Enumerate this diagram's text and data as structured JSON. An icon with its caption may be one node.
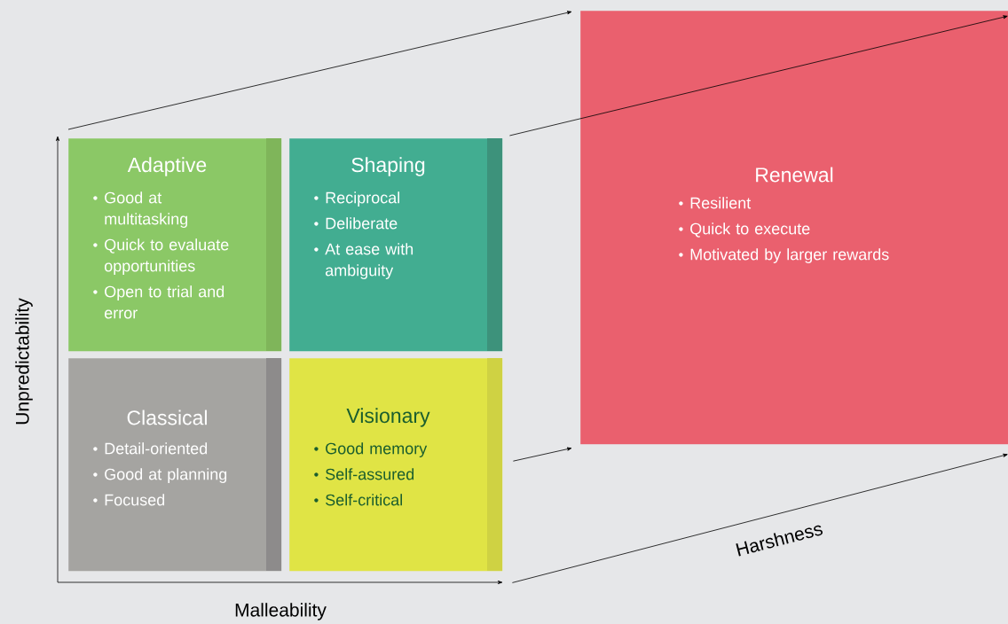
{
  "diagram": {
    "nodes": [
      {
        "text": [
          "Adaptive",
          "Good at multitasking",
          "Quick to evaluate opportunities",
          "Open to trial and error"
        ]
      },
      {
        "text": [
          "Shaping",
          "Reciprocal",
          "Deliberate",
          "At ease with ambiguity"
        ]
      },
      {
        "text": [
          "Classical",
          "Detail-oriented",
          "Good at planning",
          "Focused"
        ]
      },
      {
        "text": [
          "Visionary",
          "Good memory",
          "Self-assured",
          "Self-critical"
        ]
      },
      {
        "text": [
          "Renewal",
          "Resilient",
          "Quick to execute",
          "Motivated by larger rewards"
        ]
      }
    ],
    "edges": [
      {
        "from": 0,
        "to": 4,
        "arrow": "to"
      },
      {
        "from": 1,
        "to": 4,
        "arrow": "to"
      },
      {
        "from": 3,
        "to": 4,
        "arrow": "to"
      },
      {
        "from": 3,
        "to": 4,
        "arrow": "to"
      }
    ],
    "labels": [
      "Unpredictability",
      "Malleability",
      "Harshness"
    ]
  }
}
